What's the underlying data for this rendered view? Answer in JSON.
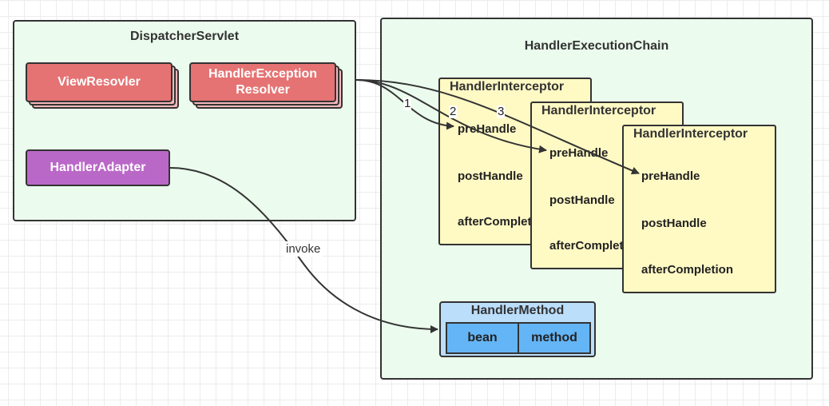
{
  "dispatcher": {
    "title": "DispatcherServlet",
    "view_resolver": "ViewResovler",
    "handler_exception_resolver_line1": "HandlerException",
    "handler_exception_resolver_line2": "Resolver",
    "handler_adapter": "HandlerAdapter"
  },
  "chain": {
    "title": "HandlerExecutionChain",
    "interceptors": [
      {
        "title": "HandlerInterceptor",
        "pre": "preHandle",
        "post": "postHandle",
        "after": "afterCompletion"
      },
      {
        "title": "HandlerInterceptor",
        "pre": "preHandle",
        "post": "postHandle",
        "after": "afterCompletion"
      },
      {
        "title": "HandlerInterceptor",
        "pre": "preHandle",
        "post": "postHandle",
        "after": "afterCompletion"
      }
    ],
    "handler_method": {
      "title": "HandlerMethod",
      "bean": "bean",
      "method": "method"
    }
  },
  "edges": {
    "step1": "1",
    "step2": "2",
    "step3": "3",
    "invoke": "invoke"
  },
  "colors": {
    "container_bg": "#ebfbed",
    "resolver_red": "#e57373",
    "adapter_purple": "#ba68c8",
    "interceptor_yellow": "#fff9c4",
    "handler_method_blue": "#bbdefb",
    "handler_method_cell_blue": "#64b5f6"
  }
}
